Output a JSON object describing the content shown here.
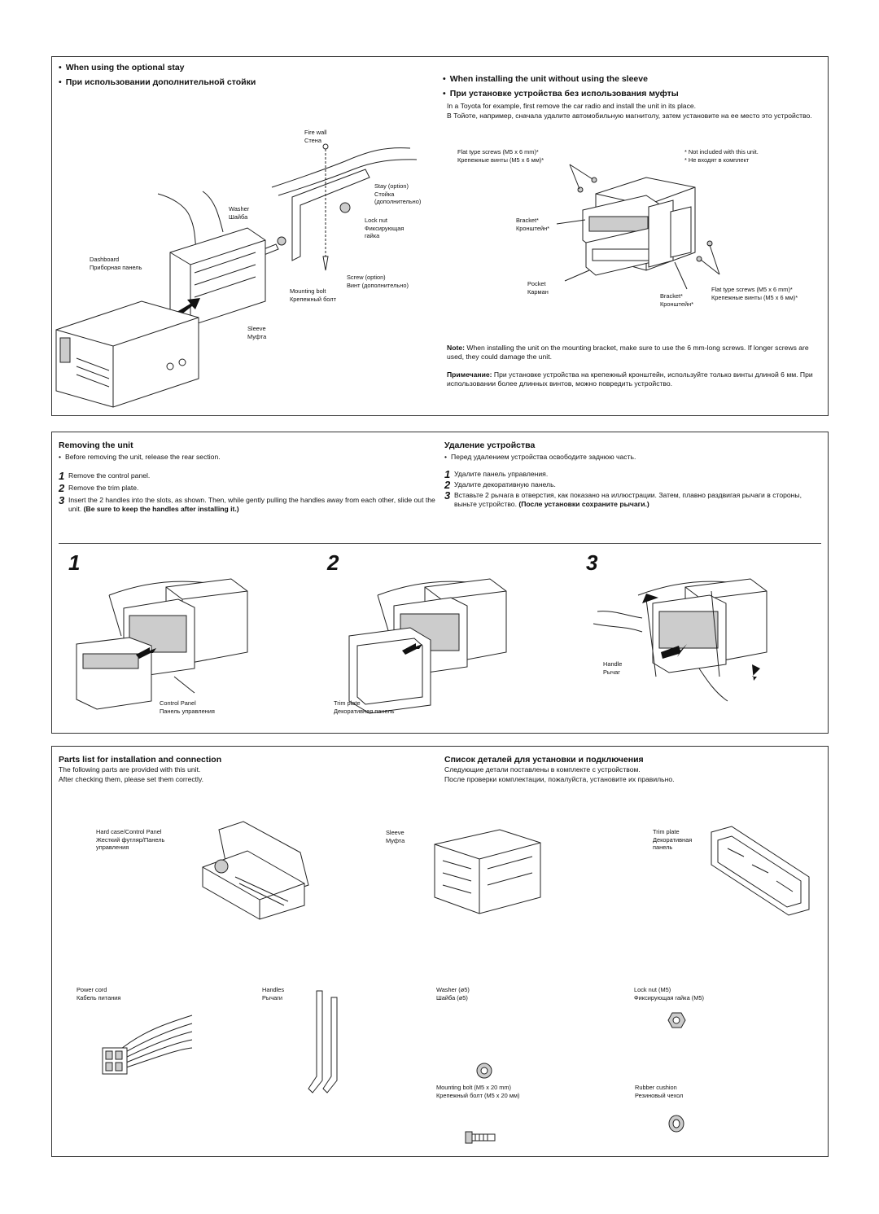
{
  "section1": {
    "left_title_en": "When using the optional stay",
    "left_title_ru": "При использовании дополнительной стойки",
    "labels": {
      "fire_wall": "Fire wall\nСтена",
      "washer": "Washer\nШайба",
      "stay": "Stay (option)\nСтойка\n(дополнительно)",
      "lock_nut": "Lock nut\nФиксирующая\nгайка",
      "dashboard": "Dashboard\nПриборная панель",
      "screw": "Screw (option)\nВинт (дополнительно)",
      "mounting_bolt": "Mounting bolt\nКрепежный болт",
      "sleeve": "Sleeve\nМуфта"
    },
    "right_title_en": "When installing the unit without using the sleeve",
    "right_title_ru": "При установке устройства без использования муфты",
    "intro_en": "In a Toyota for example, first remove the car radio and install the unit in its place.",
    "intro_ru": "В Тойоте, например, сначала удалите автомобильную магнитолу, затем установите на ее место это устройство.",
    "right_labels": {
      "flat_screws_top": "Flat type screws (M5 x 6 mm)*\nКрепежные винты (M5 x 6 мм)*",
      "not_included": "* Not included with this unit.\n* Не входят в комплект",
      "bracket_left": "Bracket*\nКронштейн*",
      "pocket": "Pocket\nКарман",
      "bracket_right": "Bracket*\nКронштейн*",
      "flat_screws_right": "Flat type screws (M5 x 6 mm)*\nКрепежные винты (M5 x 6 мм)*"
    },
    "note_en_label": "Note:",
    "note_en": " When installing the unit on the mounting bracket, make sure to use the 6 mm-long screws. If longer screws are used, they could damage the unit.",
    "note_ru_label": "Примечание:",
    "note_ru": " При установке устройства на крепежный кронштейн, используйте только винты длиной 6 мм. При использовании более длинных винтов, можно повредить устройство."
  },
  "section2": {
    "title_en": "Removing the unit",
    "bullet_en": "Before removing the unit, release the rear section.",
    "steps_en": [
      "Remove the control panel.",
      "Remove the trim plate.",
      "Insert the 2 handles into the slots, as shown. Then, while gently pulling the handles away from each other, slide out the unit. "
    ],
    "step3_bold_en": "(Be sure to keep the handles after installing it.)",
    "title_ru": "Удаление устройства",
    "bullet_ru": "Перед удалением устройства освободите заднюю часть.",
    "steps_ru": [
      "Удалите панель управления.",
      "Удалите декоративную панель.",
      "Вставьте 2 рычага в отверстия, как показано на иллюстрации. Затем, плавно раздвигая рычаги в стороны, выньте устройство. "
    ],
    "step3_bold_ru": "(После установки сохраните рычаги.)",
    "step_numbers": [
      "1",
      "2",
      "3"
    ],
    "fig_labels": {
      "control_panel": "Control Panel\nПанель управления",
      "trim_plate": "Trim plate\nДекоративная панель",
      "handle": "Handle\nРычаг"
    }
  },
  "section3": {
    "title_en": "Parts list for installation and connection",
    "desc_en_1": "The following parts are provided with this unit.",
    "desc_en_2": "After checking them, please set them correctly.",
    "title_ru": "Список деталей для установки и подключения",
    "desc_ru_1": "Следующие детали поставлены в комплекте с устройством.",
    "desc_ru_2": "После проверки комплектации, пожалуйста, установите их правильно.",
    "parts": {
      "hard_case": "Hard case/Control Panel\nЖесткий футляр/Панель\nуправления",
      "sleeve": "Sleeve\nМуфта",
      "trim_plate": "Trim plate\nДекоративная\nпанель",
      "power_cord": "Power cord\nКабель питания",
      "handles": "Handles\nРычаги",
      "washer": "Washer (ø5)\nШайба (ø5)",
      "lock_nut": "Lock nut (M5)\nФиксирующая гайка (M5)",
      "mounting_bolt": "Mounting bolt (M5 x 20 mm)\nКрепежный болт (M5 x 20 мм)",
      "rubber_cushion": "Rubber cushion\nРезиновый чехол"
    }
  }
}
